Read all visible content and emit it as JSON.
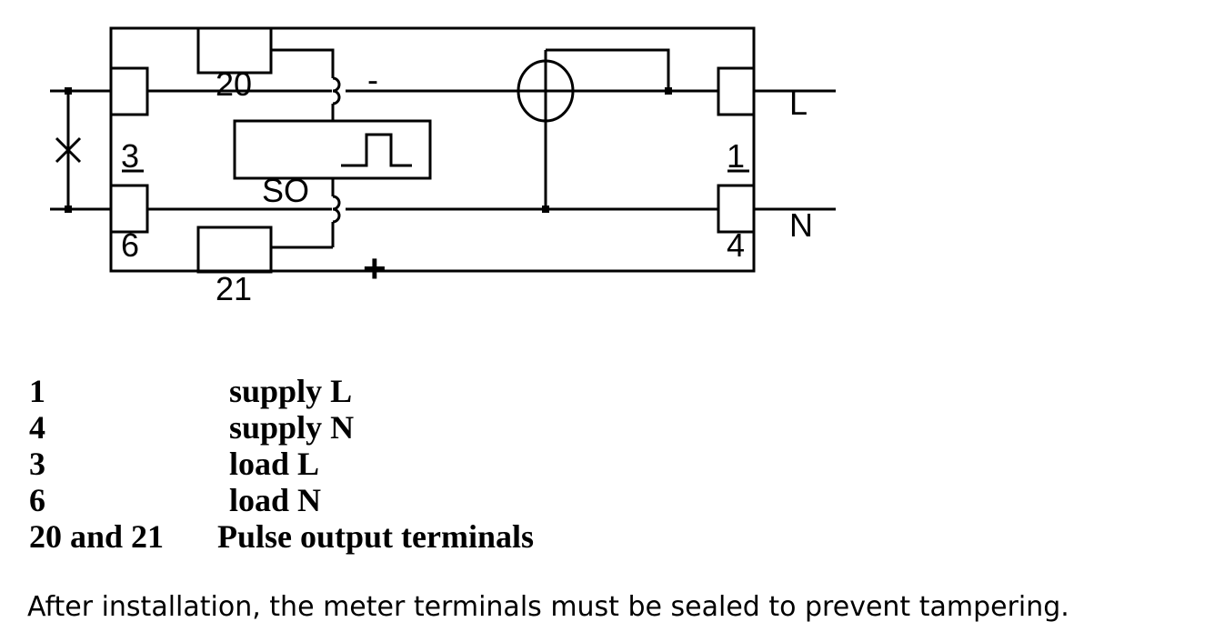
{
  "diagram": {
    "labels": {
      "t20": "20",
      "t21": "21",
      "minus": "-",
      "plus": "+",
      "t3": "3",
      "t6": "6",
      "t1": "1",
      "t4": "4",
      "line_l": "L",
      "line_n": "N",
      "so": "SO"
    }
  },
  "legend": [
    {
      "terminal": "1",
      "description": "supply L"
    },
    {
      "terminal": "4",
      "description": "supply N"
    },
    {
      "terminal": "3",
      "description": "load L"
    },
    {
      "terminal": "6",
      "description": "load N"
    },
    {
      "terminal": "20 and 21",
      "description": "Pulse output terminals"
    }
  ],
  "note": "After installation, the meter terminals must be sealed to prevent tampering."
}
